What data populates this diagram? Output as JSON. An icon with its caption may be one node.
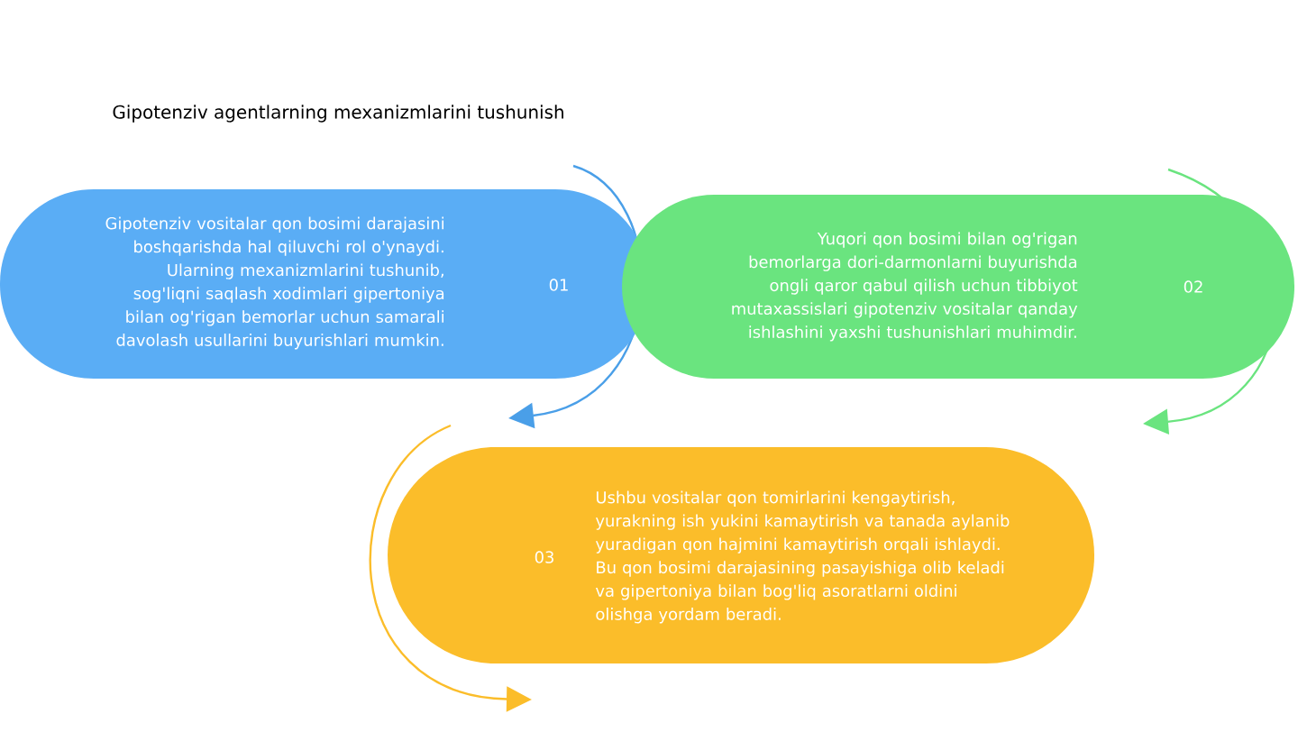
{
  "diagram": {
    "title": "Gipotenziv agentlarning mexanizmlarini tushunish",
    "nodes": [
      {
        "text": [
          "Gipotenziv vositalar qon bosimi darajasini boshqarishda hal qiluvchi rol o'ynaydi. Ularning mexanizmlarini tushunib, sog'liqni saqlash xodimlari gipertoniya bilan og'rigan bemorlar uchun samarali davolash usullarini buyurishlari mumkin.",
          "01"
        ]
      },
      {
        "text": [
          "Yuqori qon bosimi bilan og'rigan bemorlarga dori-darmonlarni buyurishda ongli qaror qabul qilish uchun tibbiyot mutaxassislari gipotenziv vositalar qanday ishlashini yaxshi tushunishlari muhimdir.",
          "02"
        ]
      },
      {
        "text": [
          "03",
          "Ushbu vositalar qon tomirlarini kengaytirish, yurakning ish yukini kamaytirish va tanada aylanib yuradigan qon hajmini kamaytirish orqali ishlaydi. Bu qon bosimi darajasining pasayishiga olib keladi va gipertoniya bilan bog'liq asoratlarni oldini olishga yordam beradi."
        ]
      }
    ],
    "edges": []
  }
}
